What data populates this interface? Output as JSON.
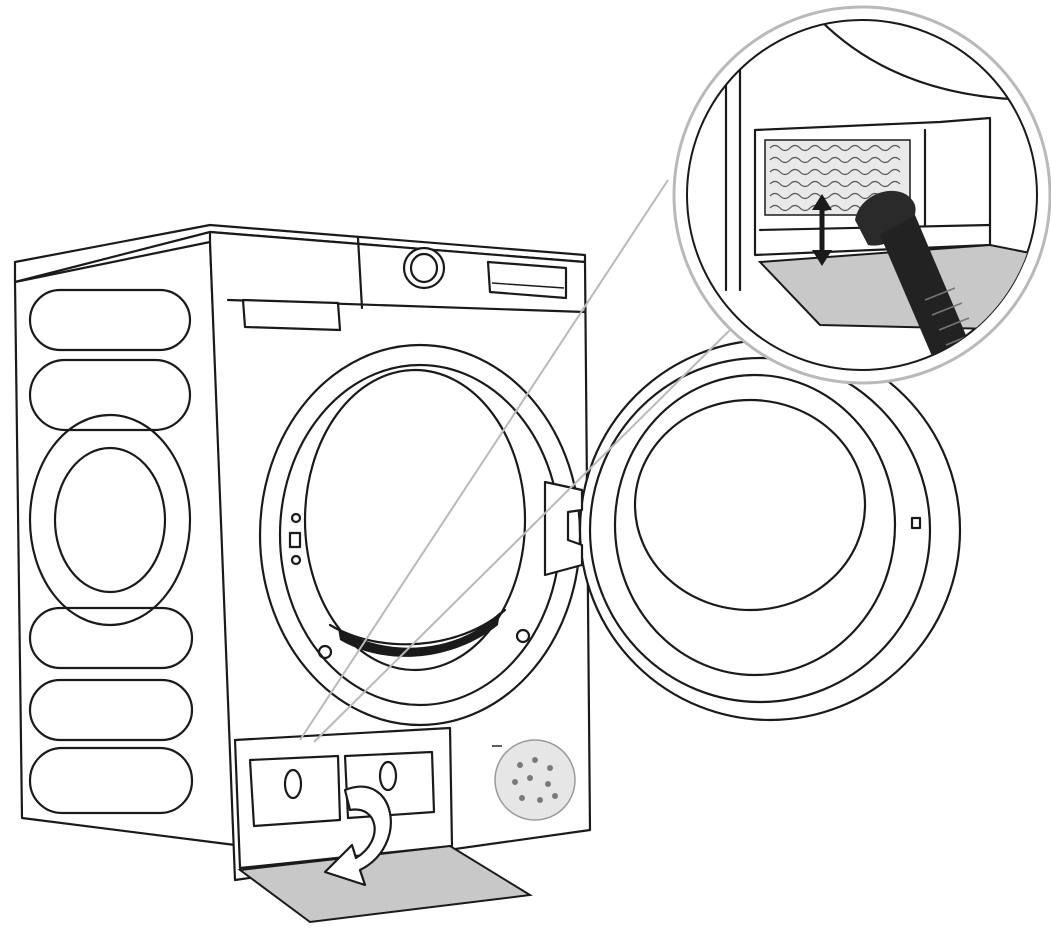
{
  "figure": {
    "type": "instruction-illustration",
    "colors": {
      "line": "#1a1a1a",
      "panel_fill": "#c8c8c8",
      "hose": "#222222",
      "guide": "#b9b9b9"
    },
    "icons": [
      "dryer-body",
      "open-door",
      "filter-flap",
      "rotate-arrow",
      "vacuum-nozzle",
      "up-down-arrow",
      "magnifier-circle"
    ]
  }
}
